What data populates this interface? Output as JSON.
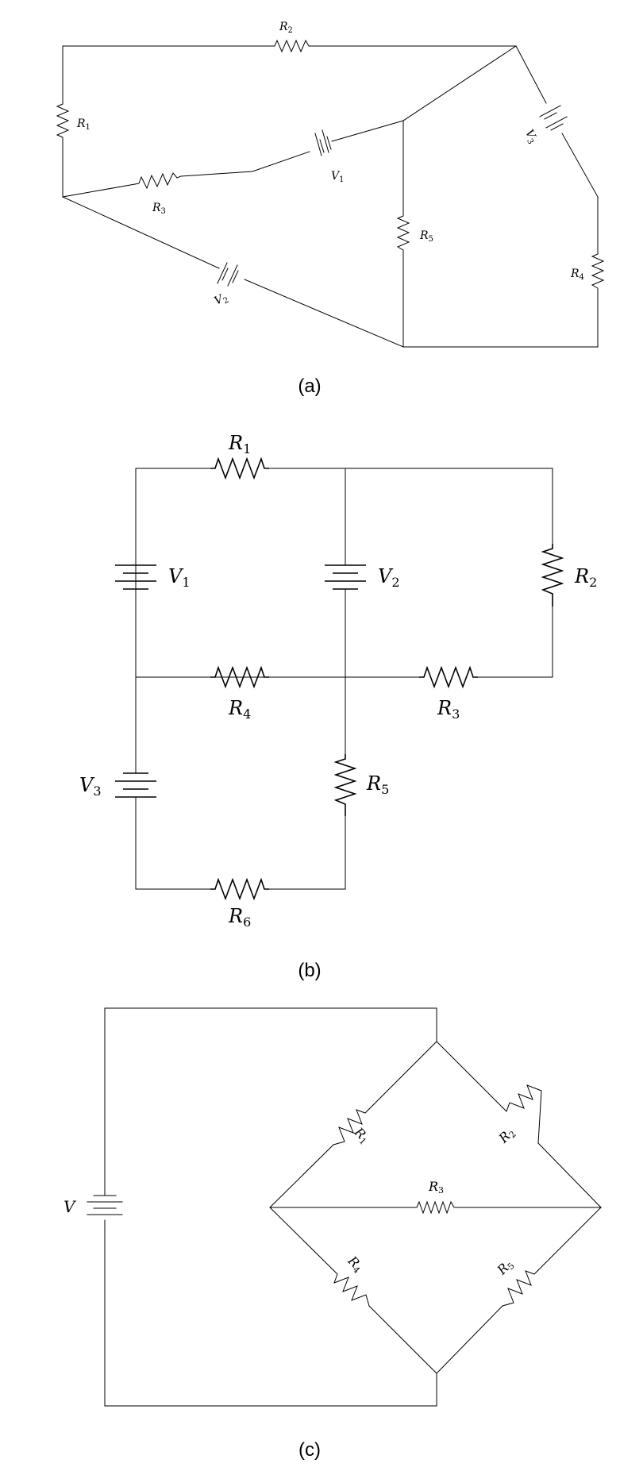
{
  "diagrams": {
    "a": {
      "caption": "(a)",
      "labels": {
        "R1": {
          "main": "R",
          "sub": "1"
        },
        "R2": {
          "main": "R",
          "sub": "2"
        },
        "R3": {
          "main": "R",
          "sub": "3"
        },
        "R4": {
          "main": "R",
          "sub": "4"
        },
        "R5": {
          "main": "R",
          "sub": "5"
        },
        "V1": {
          "main": "V",
          "sub": "1"
        },
        "V2": {
          "main": "V",
          "sub": "2"
        },
        "V3": {
          "main": "V",
          "sub": "3"
        }
      }
    },
    "b": {
      "caption": "(b)",
      "labels": {
        "R1": {
          "main": "R",
          "sub": "1"
        },
        "R2": {
          "main": "R",
          "sub": "2"
        },
        "R3": {
          "main": "R",
          "sub": "3"
        },
        "R4": {
          "main": "R",
          "sub": "4"
        },
        "R5": {
          "main": "R",
          "sub": "5"
        },
        "R6": {
          "main": "R",
          "sub": "6"
        },
        "V1": {
          "main": "V",
          "sub": "1"
        },
        "V2": {
          "main": "V",
          "sub": "2"
        },
        "V3": {
          "main": "V",
          "sub": "3"
        }
      }
    },
    "c": {
      "caption": "(c)",
      "labels": {
        "V": {
          "main": "V",
          "sub": ""
        },
        "R1": {
          "main": "R",
          "sub": "1"
        },
        "R2": {
          "main": "R",
          "sub": "2"
        },
        "R3": {
          "main": "R",
          "sub": "3"
        },
        "R4": {
          "main": "R",
          "sub": "4"
        },
        "R5": {
          "main": "R",
          "sub": "5"
        }
      }
    }
  }
}
